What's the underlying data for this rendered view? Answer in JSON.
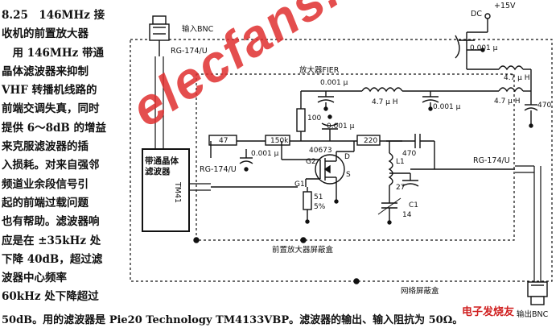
{
  "article": {
    "lines": [
      "8.25　146MHz 接",
      "收机的前置放大器",
      "　用 146MHz 带通",
      "晶体滤波器来抑制",
      "VHF 转播机线路的",
      "前端交调失真，同时",
      "提供 6～8dB 的增益",
      "来克服滤波器的插",
      "入损耗。对来自强邻",
      "频道业余段信号引",
      "起的前端过载问题",
      "也有帮助。滤波器响",
      "应是在 ±35kHz 处",
      "下降 40dB，超过滤",
      "波器中心频率",
      "60kHz 处下降超过"
    ],
    "bottom_line": "50dB。用的滤波器是 Pie20 Technology TM4133VBP。滤波器的输出、输入阻抗为 50Ω。"
  },
  "diagram": {
    "input_bnc": "输入BNC",
    "output_bnc": "输出BNC",
    "cable_in": "RG-174/U",
    "cable_out": "RG-174/U",
    "cable_filter": "RG-174/U",
    "filter_label": "带通晶体滤波器",
    "filter_code": "TM41",
    "amp_label": "放大器FIER",
    "amp_shield": "前置放大器屏蔽盒",
    "net_shield": "网络屏蔽盒",
    "dc_supply": "+15V",
    "dc_label": "DC",
    "components": {
      "c_bypass_1": "0.001 μ",
      "c_bypass_2": "0.001 μ",
      "c_bypass_3": "0.001 μ",
      "c_bypass_4": "0.001 μ",
      "c_series": "0.001 μ",
      "c_gate": "0.001 μ",
      "l_choke_1": "4.7 μ H",
      "l_choke_2": "4.7 μ H",
      "l_choke_3": "4.7 μ H",
      "r_feed": "100",
      "r_gate": "150k",
      "r_47": "47",
      "r_drain": "220",
      "c_out": "470",
      "c_supply": "470",
      "transistor": "40673",
      "pin_g2": "G2",
      "pin_g1": "G1",
      "pin_d": "D",
      "pin_s": "S",
      "r_source": "51",
      "r_source_tol": "5%",
      "l1": "L1",
      "c_tap": "27",
      "c1": "C1",
      "c1_val": "14"
    }
  },
  "watermark": "elecfans.com",
  "logo": "电子发烧友"
}
